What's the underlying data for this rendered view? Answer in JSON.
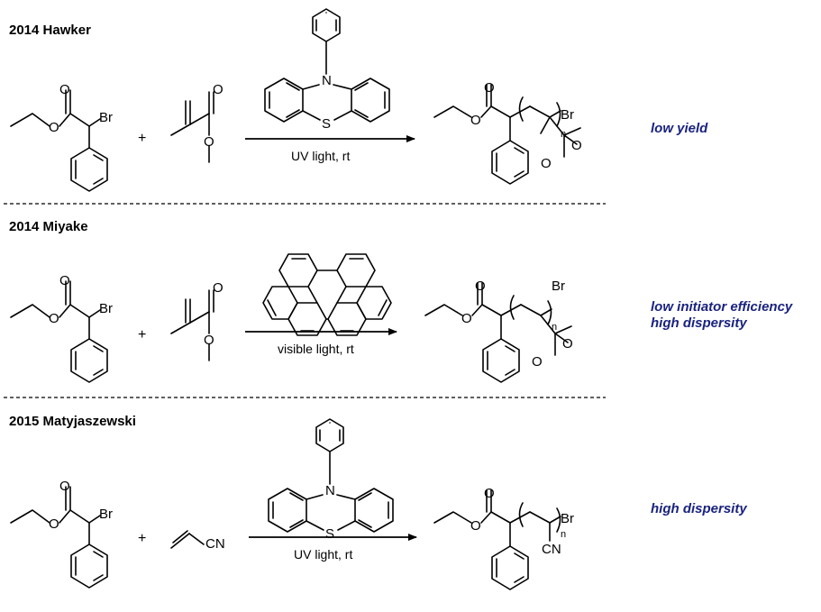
{
  "colors": {
    "note": "#1a237e",
    "ink": "#000000"
  },
  "sections": [
    {
      "title": "2014 Hawker",
      "initiator": {
        "leaving_group": "Br",
        "o_carbonyl": "O",
        "o_ester": "O"
      },
      "plus": "+",
      "monomer": {
        "type": "methyl methacrylate",
        "o_carbonyl": "O",
        "o_ester": "O"
      },
      "catalyst": {
        "type": "10-phenylphenothiazine",
        "n": "N",
        "s": "S"
      },
      "conditions": "UV light, rt",
      "product": {
        "o_carbonyl": "O",
        "o_ester": "O",
        "o2": "O",
        "o3": "O",
        "end": "Br",
        "n": "n"
      },
      "notes": [
        "low yield"
      ]
    },
    {
      "title": "2014 Miyake",
      "initiator": {
        "leaving_group": "Br",
        "o_carbonyl": "O",
        "o_ester": "O"
      },
      "plus": "+",
      "monomer": {
        "type": "methyl methacrylate",
        "o_carbonyl": "O",
        "o_ester": "O"
      },
      "catalyst": {
        "type": "perylene"
      },
      "conditions": "visible light, rt",
      "product": {
        "o_carbonyl": "O",
        "o_ester": "O",
        "o2": "O",
        "o3": "O",
        "end": "Br",
        "n": "n"
      },
      "notes": [
        "low initiator efficiency",
        "high dispersity"
      ]
    },
    {
      "title": "2015 Matyjaszewski",
      "initiator": {
        "leaving_group": "Br",
        "o_carbonyl": "O",
        "o_ester": "O"
      },
      "plus": "+",
      "monomer": {
        "type": "acrylonitrile",
        "cn": "CN"
      },
      "catalyst": {
        "type": "10-phenylphenothiazine",
        "n": "N",
        "s": "S"
      },
      "conditions": "UV light, rt",
      "product": {
        "o_carbonyl": "O",
        "o_ester": "O",
        "cn": "CN",
        "end": "Br",
        "n": "n"
      },
      "notes": [
        "high dispersity"
      ]
    }
  ]
}
